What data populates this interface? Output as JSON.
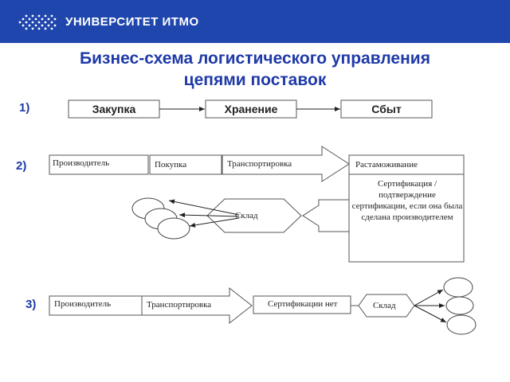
{
  "header": {
    "logo_text": "УНИВЕРСИТЕТ ИТМО",
    "bar_color": "#1f46ad"
  },
  "title_line1": "Бизнес-схема логистического управления",
  "title_line2": "цепями поставок",
  "title_color": "#1f3aa8",
  "scheme1": {
    "number": "1)",
    "steps": [
      "Закупка",
      "Хранение",
      "Сбыт"
    ]
  },
  "scheme2": {
    "number": "2)",
    "producer": "Производитель",
    "purchase": "Покупка",
    "transport": "Транспортировка",
    "customs": "Растаможивание",
    "certification": "Сертификация / подтверждение сертификации, если она была сделана производителем",
    "warehouse": "Склад"
  },
  "scheme3": {
    "number": "3)",
    "producer": "Производитель",
    "transport": "Транспортировка",
    "certification": "Сертификации нет",
    "warehouse": "Склад"
  }
}
